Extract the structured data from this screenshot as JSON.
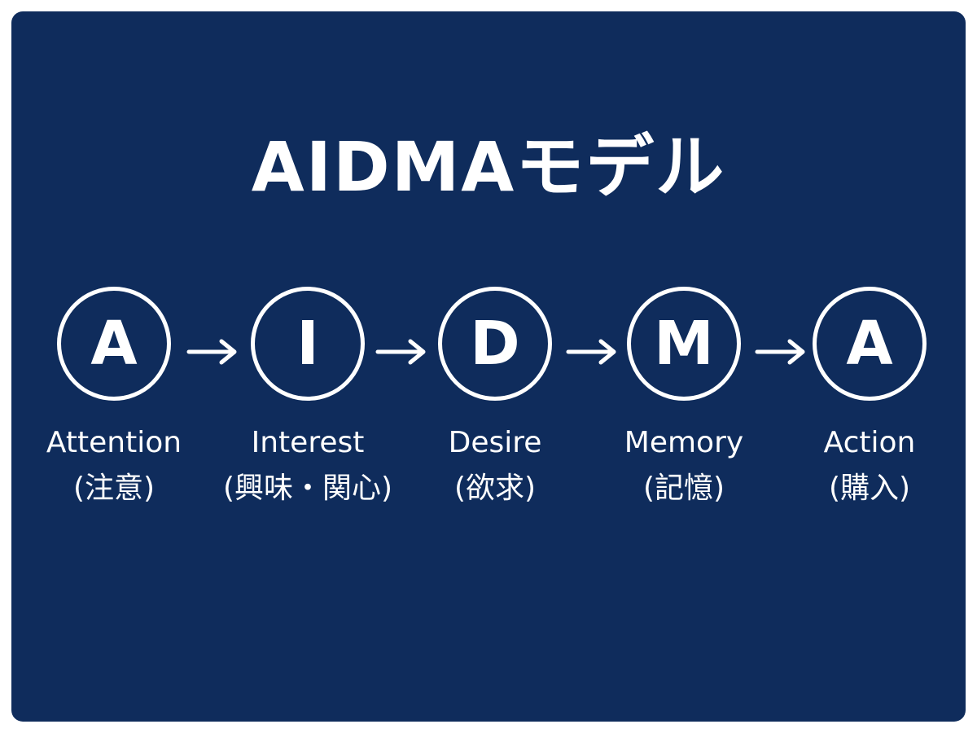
{
  "title": "AIDMAモデル",
  "steps": [
    {
      "letter": "A",
      "name": "Attention",
      "ja": "(注意)"
    },
    {
      "letter": "I",
      "name": "Interest",
      "ja": "(興味・関心)"
    },
    {
      "letter": "D",
      "name": "Desire",
      "ja": "(欲求)"
    },
    {
      "letter": "M",
      "name": "Memory",
      "ja": "(記憶)"
    },
    {
      "letter": "A",
      "name": "Action",
      "ja": "(購入)"
    }
  ],
  "colors": {
    "background": "#0f2c5c",
    "foreground": "#ffffff"
  }
}
